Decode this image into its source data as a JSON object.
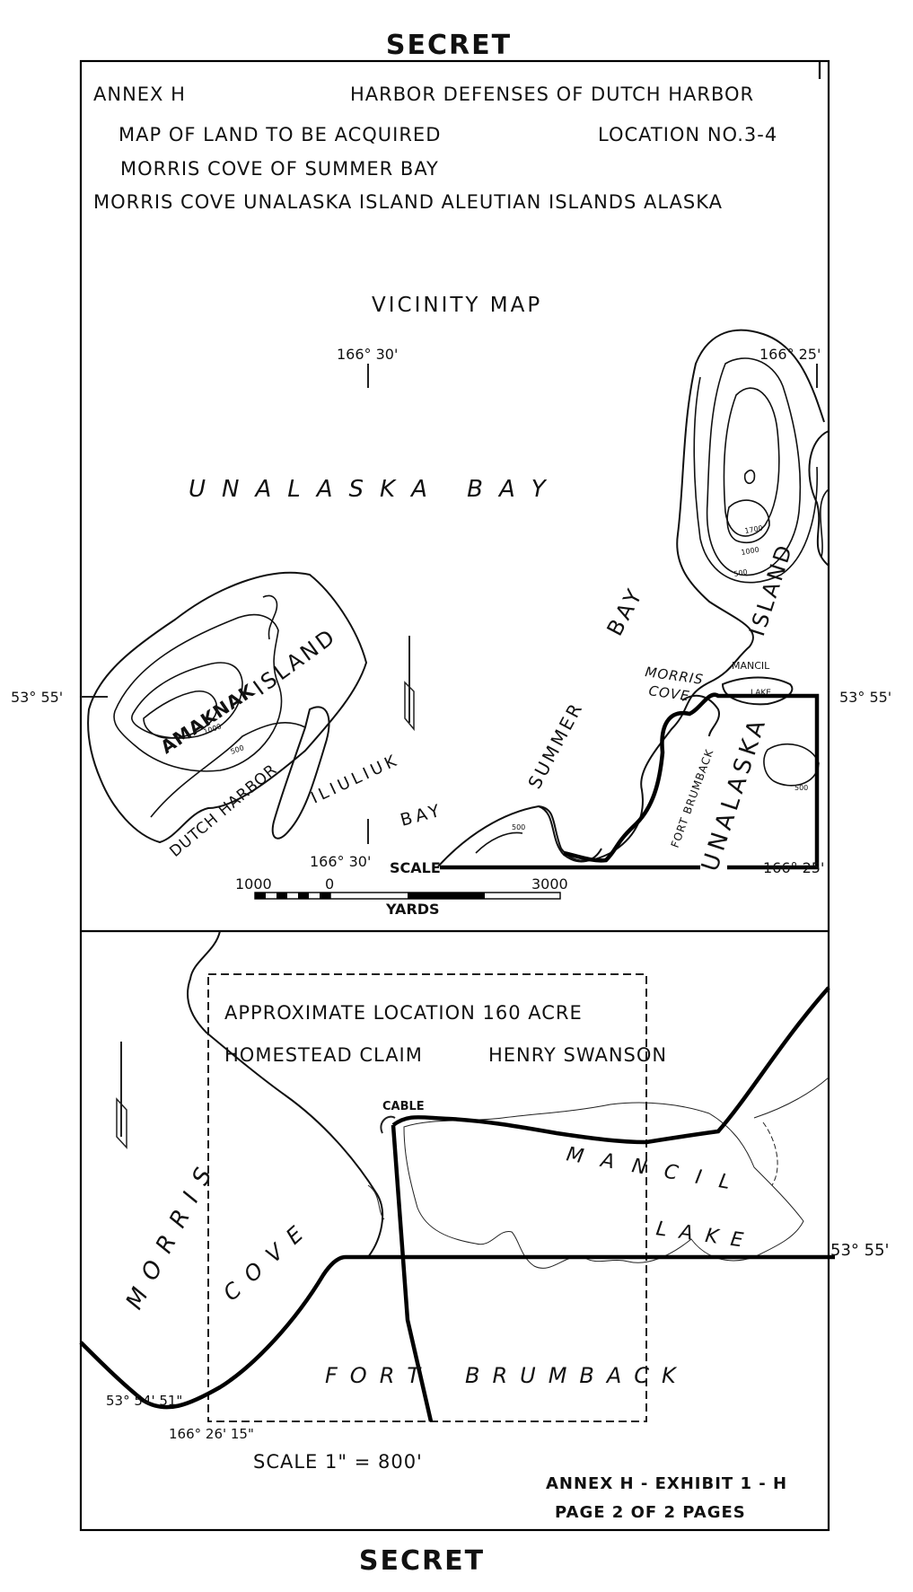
{
  "classification_top": "SECRET",
  "classification_bottom": "SECRET",
  "header": {
    "annex": "ANNEX  H",
    "title": "HARBOR  DEFENSES OF DUTCH HARBOR",
    "map_title": "MAP OF LAND TO BE ACQUIRED",
    "location": "LOCATION  NO.3-4",
    "line2": "MORRIS  COVE  OF  SUMMER  BAY",
    "line3": "MORRIS  COVE  UNALASKA ISLAND   ALEUTIAN  ISLANDS   ALASKA"
  },
  "vicinity_map": {
    "title": "VICINITY  MAP",
    "lon_west": "166° 30'",
    "lon_east": "166° 25'",
    "lat": "53° 55'",
    "lat_right": "53° 55'",
    "lon_west_bottom": "166° 30'",
    "lon_east_bottom": "166° 25'",
    "water_unalaska_bay": "UNALASKA  BAY",
    "amaknak": "AMAKNAK",
    "amaknak_island": "ISLAND",
    "dutch_harbor": "DUTCH HARBOR",
    "iliuliuk": "ILIULIUK",
    "iliuliuk_bay": "BAY",
    "summer": "SUMMER",
    "summer_bay": "BAY",
    "morris_cove_1": "MORRIS",
    "morris_cove_2": "COVE",
    "mancil_lake_1": "MANCIL",
    "mancil_lake_2": "LAKE",
    "fort_brumback": "FORT BRUMBACK",
    "unalaska": "UNALASKA",
    "island": "ISLAND",
    "contours": [
      "1000",
      "500",
      "1700",
      "1000",
      "500",
      "500",
      "500"
    ],
    "scale_label": "SCALE",
    "scale_ticks": [
      "1000",
      "0",
      "3000"
    ],
    "scale_units": "YARDS"
  },
  "detail_map": {
    "claim_line1": "APPROXIMATE LOCATION  160 ACRE",
    "claim_line2a": "HOMESTEAD  CLAIM",
    "claim_line2b": "HENRY  SWANSON",
    "cable": "CABLE",
    "morris": "MORRIS",
    "cove": "COVE",
    "mancil": "MANCIL",
    "lake": "LAKE",
    "fort": "FORT",
    "brumback": "BRUMBACK",
    "lat_label": "53° 55'",
    "corner_lat": "53° 54' 51\"",
    "corner_lon": "166° 26' 15\"",
    "scale": "SCALE   1\"  =  800'"
  },
  "footer": {
    "exhibit": "ANNEX  H  -  EXHIBIT  1 - H",
    "page": "PAGE  2  OF  2  PAGES"
  }
}
